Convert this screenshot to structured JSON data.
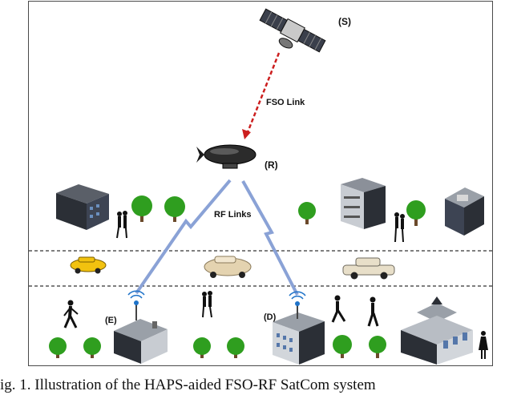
{
  "labels": {
    "satellite": "(S)",
    "relay": "(R)",
    "source_e": "(E)",
    "dest_d": "(D)",
    "fso_link": "FSO Link",
    "rf_links": "RF Links"
  },
  "caption": "ig. 1. Illustration of the HAPS-aided FSO-RF SatCom system",
  "colors": {
    "fso_link": "#cc1f1f",
    "rf_link": "#8aa2d6",
    "tree": "#2f9e1f",
    "building": "#2b2f36",
    "antenna": "#1f73c9"
  },
  "icons": [
    "satellite-icon",
    "airship-icon",
    "building-icon",
    "tree-icon",
    "person-icon",
    "car-icon",
    "taxi-icon",
    "antenna-icon"
  ]
}
